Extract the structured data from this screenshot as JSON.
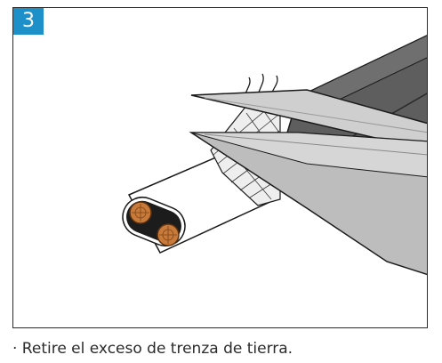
{
  "step": {
    "number": "3"
  },
  "caption": {
    "text": "· Retire el exceso de trenza de tierra."
  },
  "colors": {
    "badge": "#1d8fc9",
    "jacket": "#5a5a5a",
    "blade": "#c9c9c9",
    "braid": "#e9e9e9"
  },
  "icons": [
    "cable-end-illustration",
    "scissors-blade-illustration",
    "ground-braid-illustration"
  ]
}
